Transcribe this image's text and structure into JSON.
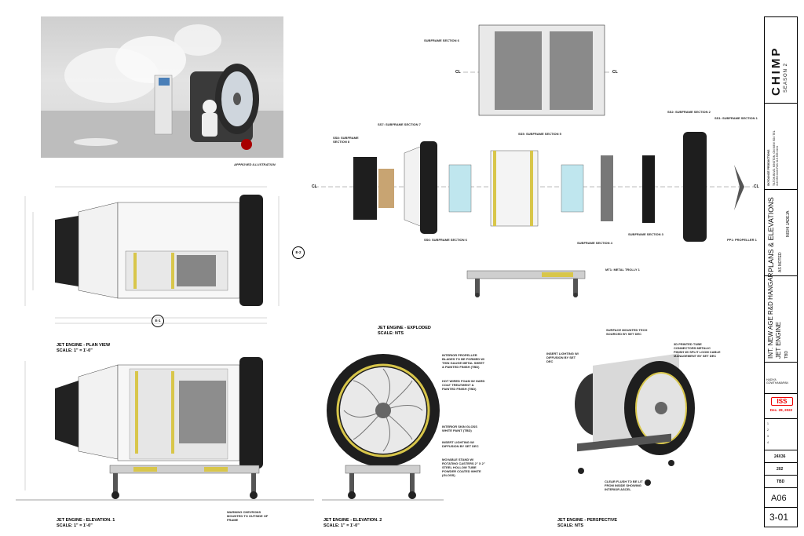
{
  "illustration": {
    "caption": "APPROVED ILLUSTRATION"
  },
  "views": {
    "plan": {
      "title": "JET ENGINE - PLAN VIEW",
      "scale": "SCALE: 1\" = 1'-0\""
    },
    "exploded": {
      "title": "JET ENGINE - EXPLODED",
      "scale": "SCALE: NTS"
    },
    "elev1": {
      "title": "JET ENGINE - ELEVATION. 1",
      "scale": "SCALE: 1\" = 1'-0\""
    },
    "elev2": {
      "title": "JET ENGINE - ELEVATION. 2",
      "scale": "SCALE: 1\" = 1'-0\""
    },
    "perspective": {
      "title": "JET ENGINE - PERSPECTIVE",
      "scale": "SCALE: NTS"
    }
  },
  "markers": {
    "e1": "E-1",
    "e2": "E-2",
    "cl": "CL"
  },
  "exploded_labels": {
    "ss6": "SUBFRAME SECTION 6",
    "ss7": "SS7: SUBFRAME SECTION 7",
    "ss8": "SS8: SUBFRAME SECTION 8",
    "ss5": "SS5: SUBFRAME SECTION 5",
    "ss6b": "SS6: SUBFRAME SECTION 6",
    "ss4": "SUBFRAME SECTION 4",
    "ss3": "SUBFRAME SECTION 3",
    "ss2": "SS2: SUBFRAME SECTION 2",
    "ss1": "SS1: SUBFRAME SECTION 1",
    "pp1": "PP1: PROPELLER 1",
    "mt1": "MT1: METAL TROLLY 1"
  },
  "elev_notes": {
    "warning": "WARNING CHEVRONS MOUNTED TO OUTSIDE OF FRAME",
    "propellers": "INTERIOR PROPELLER BLADES TO BE FORMED W/ THIN GAUGE METAL SHEET & PAINTED FINISH (TBD)",
    "hotwire": "HOT WIRED FOAM W/ HARD COAT TREATMENT & PAINTED FINISH (TBD)",
    "skin": "INTERIOR SKIN GLOSS WHITE PAINT (TBD)",
    "insert": "INSERT LIGHTING W/ DIFFUSION BY SET DEC",
    "stand": "MOVABLE STAND W/ ROTATING CASTERS 2\" X 2\" STEEL HOLLOW TUBE POWDER COATED WHITE (GLOSS)"
  },
  "persp_notes": {
    "surface": "SURFACE MOUNTED TECH SOURCED BY SET DEC",
    "insert": "INSERT LIGHTING W/ DIFFUSION BY SET DEC",
    "printed": "3D PRINTED TUBE CONNECTORS METALIC FINISH W/ SPLIT LOOM CABLE MANAGEMENT BY SET DEC",
    "flush": "CLEAR FLUSH TO BE LIT FROM INSIDE SHOWING INTERIOR ASCEL"
  },
  "title_block": {
    "logo": "CHIMP",
    "season": "SEASON 2",
    "company": "SKYDANCE PRODUCTIONS",
    "address": "TILTON BLVD. KINSTON, ON M4W 5G4 TEL 416.555.0100 FAX 416.555.0101",
    "drawing_label": "PLANS & ELEVATIONS",
    "set_name": "INT. NEW AGE R&D HANGAR",
    "subject": "JET ENGINE",
    "scale_value": "AS NOTED",
    "drawn_by": "NISHI JADEJA",
    "episode": "TBD",
    "designer": "HADIYA GOWTHAMAPAN",
    "iss": "ISS",
    "iss_date": "Dec. 28, 2022",
    "sheet_size": "24X36",
    "set_no": "202",
    "location": "TBD",
    "sheet": "A06",
    "page": "3-01"
  },
  "colors": {
    "accent_yellow": "#d8c64a",
    "glass": "#bfe6ee",
    "dark": "#1e1e1e",
    "iss_red": "#e00000"
  }
}
